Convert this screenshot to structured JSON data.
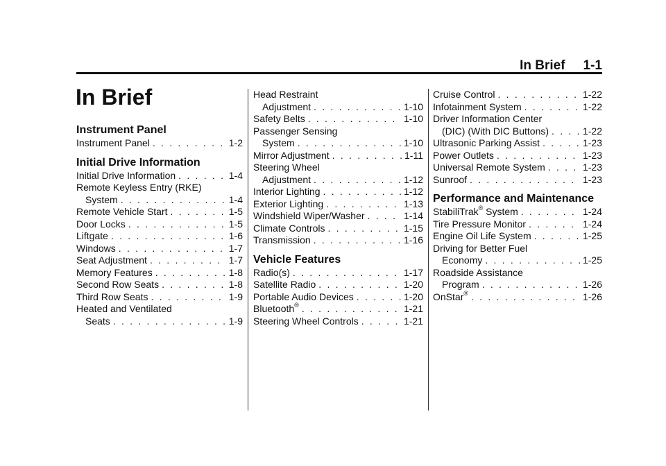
{
  "header": {
    "section": "In Brief",
    "page": "1-1"
  },
  "page_title": "In Brief",
  "columns": [
    {
      "blocks": [
        {
          "heading": "Instrument Panel",
          "entries": [
            {
              "lines": [],
              "last": "Instrument Panel",
              "page": "1-2"
            }
          ]
        },
        {
          "heading": "Initial Drive Information",
          "entries": [
            {
              "lines": [],
              "last": "Initial Drive Information",
              "page": "1-4"
            },
            {
              "lines": [
                "Remote Keyless Entry (RKE)"
              ],
              "last": "System",
              "page": "1-4"
            },
            {
              "lines": [],
              "last": "Remote Vehicle Start",
              "page": "1-5"
            },
            {
              "lines": [],
              "last": "Door Locks",
              "page": "1-5"
            },
            {
              "lines": [],
              "last": "Liftgate",
              "page": "1-6"
            },
            {
              "lines": [],
              "last": "Windows",
              "page": "1-7"
            },
            {
              "lines": [],
              "last": "Seat Adjustment",
              "page": "1-7"
            },
            {
              "lines": [],
              "last": "Memory Features",
              "page": "1-8"
            },
            {
              "lines": [],
              "last": "Second Row Seats",
              "page": "1-8"
            },
            {
              "lines": [],
              "last": "Third Row Seats",
              "page": "1-9"
            },
            {
              "lines": [
                "Heated and Ventilated"
              ],
              "last": "Seats",
              "page": "1-9"
            }
          ]
        }
      ]
    },
    {
      "blocks": [
        {
          "heading": "",
          "entries": [
            {
              "lines": [
                "Head Restraint"
              ],
              "last": "Adjustment",
              "page": "1-10"
            },
            {
              "lines": [],
              "last": "Safety Belts",
              "page": "1-10"
            },
            {
              "lines": [
                "Passenger Sensing"
              ],
              "last": "System",
              "page": "1-10"
            },
            {
              "lines": [],
              "last": "Mirror Adjustment",
              "page": "1-11"
            },
            {
              "lines": [
                "Steering Wheel"
              ],
              "last": "Adjustment",
              "page": "1-12"
            },
            {
              "lines": [],
              "last": "Interior Lighting",
              "page": "1-12"
            },
            {
              "lines": [],
              "last": "Exterior Lighting",
              "page": "1-13"
            },
            {
              "lines": [],
              "last": "Windshield Wiper/Washer",
              "page": "1-14"
            },
            {
              "lines": [],
              "last": "Climate Controls",
              "page": "1-15"
            },
            {
              "lines": [],
              "last": "Transmission",
              "page": "1-16"
            }
          ]
        },
        {
          "heading": "Vehicle Features",
          "entries": [
            {
              "lines": [],
              "last": "Radio(s)",
              "page": "1-17"
            },
            {
              "lines": [],
              "last": "Satellite Radio",
              "page": "1-20"
            },
            {
              "lines": [],
              "last": "Portable Audio Devices",
              "page": "1-20"
            },
            {
              "lines": [],
              "last": "Bluetooth",
              "sup": "®",
              "page": "1-21"
            },
            {
              "lines": [],
              "last": "Steering Wheel Controls",
              "page": "1-21"
            }
          ]
        }
      ]
    },
    {
      "blocks": [
        {
          "heading": "",
          "entries": [
            {
              "lines": [],
              "last": "Cruise Control",
              "page": "1-22"
            },
            {
              "lines": [],
              "last": "Infotainment System",
              "page": "1-22"
            },
            {
              "lines": [
                "Driver Information Center"
              ],
              "last": "(DIC) (With DIC Buttons)",
              "page": "1-22"
            },
            {
              "lines": [],
              "last": "Ultrasonic Parking Assist",
              "page": "1-23"
            },
            {
              "lines": [],
              "last": "Power Outlets",
              "page": "1-23"
            },
            {
              "lines": [],
              "last": "Universal Remote System",
              "page": "1-23"
            },
            {
              "lines": [],
              "last": "Sunroof",
              "page": "1-23"
            }
          ]
        },
        {
          "heading": "Performance and Maintenance",
          "entries": [
            {
              "lines": [],
              "last": "StabiliTrak",
              "sup": "®",
              "after": " System",
              "page": "1-24"
            },
            {
              "lines": [],
              "last": "Tire Pressure Monitor",
              "page": "1-24"
            },
            {
              "lines": [],
              "last": "Engine Oil Life System",
              "page": "1-25"
            },
            {
              "lines": [
                "Driving for Better Fuel"
              ],
              "last": "Economy",
              "page": "1-25"
            },
            {
              "lines": [
                "Roadside Assistance"
              ],
              "last": "Program",
              "page": "1-26"
            },
            {
              "lines": [],
              "last": "OnStar",
              "sup": "®",
              "page": "1-26"
            }
          ]
        }
      ]
    }
  ],
  "dot_leader": ". . . . . . . . . . . . . . . . . . . . . . . . . . . . . . . . . . . . . . . . . . . . ."
}
